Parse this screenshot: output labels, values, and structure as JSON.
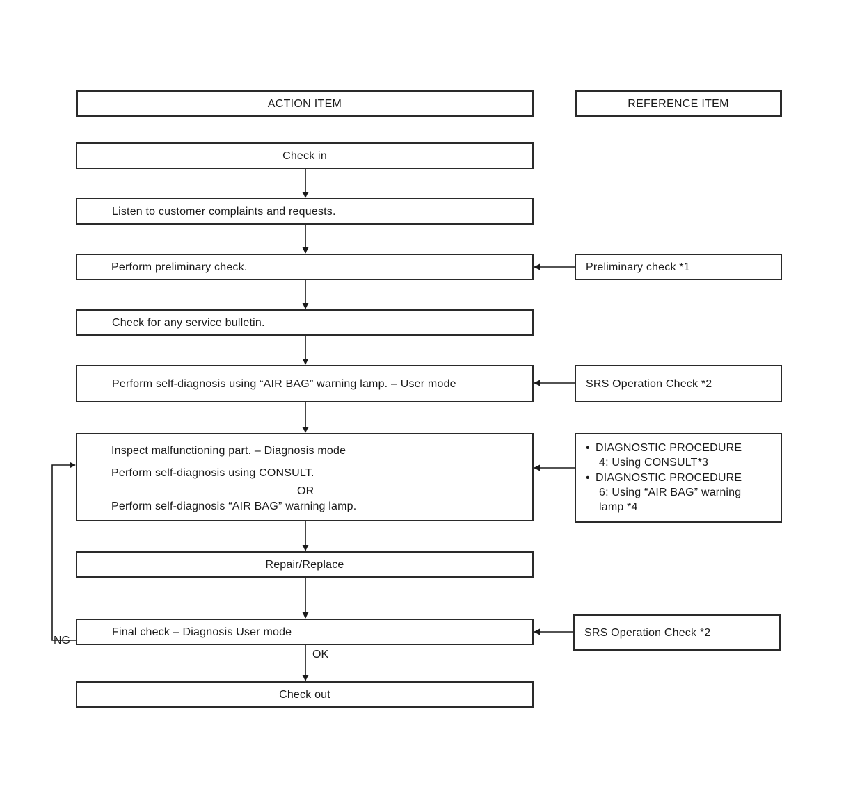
{
  "headers": {
    "action": "ACTION ITEM",
    "reference": "REFERENCE ITEM"
  },
  "steps": {
    "check_in": "Check in",
    "listen": "Listen to customer complaints and requests.",
    "preliminary": "Perform preliminary check.",
    "bulletin": "Check for any service bulletin.",
    "self_diag": "Perform self-diagnosis using “AIR BAG” warning lamp. – User mode",
    "inspect": "Inspect malfunctioning part. – Diagnosis mode",
    "consult": "Perform self-diagnosis using CONSULT.",
    "or": "OR",
    "lamp_diag": "Perform self-diagnosis “AIR BAG” warning lamp.",
    "repair": "Repair/Replace",
    "final": "Final check – Diagnosis User mode",
    "check_out": "Check out"
  },
  "references": {
    "preliminary": "Preliminary check *1",
    "srs_1": "SRS Operation Check *2",
    "diag_bullet": "•",
    "diag_1_line1": "DIAGNOSTIC PROCEDURE",
    "diag_1_line2": "4: Using CONSULT*3",
    "diag_2_line1": "DIAGNOSTIC PROCEDURE",
    "diag_2_line2": "6: Using “AIR BAG” warning",
    "diag_2_line3": "lamp *4",
    "srs_2": "SRS Operation Check *2"
  },
  "labels": {
    "ng": "NG",
    "ok": "OK"
  }
}
